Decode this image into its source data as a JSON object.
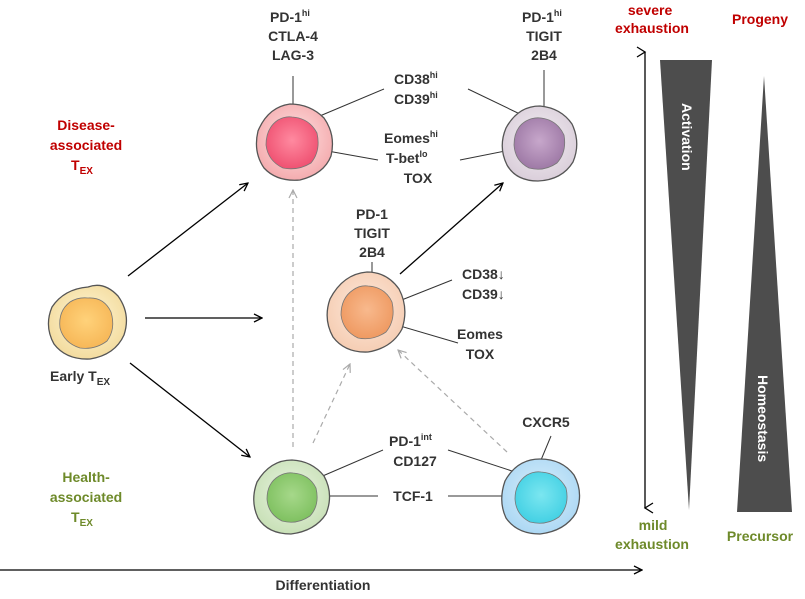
{
  "colors": {
    "disease_red": "#c00000",
    "health_green": "#6e8a2a",
    "text": "#333333",
    "triangle": "#4d4d4d"
  },
  "left_labels": {
    "disease": {
      "line1": "Disease-",
      "line2": "associated",
      "t": "T",
      "ex": "EX"
    },
    "health": {
      "line1": "Health-",
      "line2": "associated",
      "t": "T",
      "ex": "EX"
    }
  },
  "cells": {
    "early": {
      "label": "Early T",
      "sub": "EX",
      "color": "orange"
    },
    "disease_left": {
      "color": "pink"
    },
    "disease_right": {
      "color": "purple"
    },
    "middle": {
      "color": "peach"
    },
    "health_left": {
      "color": "green"
    },
    "health_right": {
      "color": "cyan"
    }
  },
  "markers": {
    "pd1_hi": {
      "main": "PD-1",
      "sup": "hi"
    },
    "ctla4": "CTLA-4",
    "lag3": "LAG-3",
    "pd1_hi_b": {
      "main": "PD-1",
      "sup": "hi"
    },
    "tigit_a": "TIGIT",
    "b2b4_a": "2B4",
    "cd38_hi": {
      "main": "CD38",
      "sup": "hi"
    },
    "cd39_hi": {
      "main": "CD39",
      "sup": "hi"
    },
    "eomes_hi": {
      "main": "Eomes",
      "sup": "hi"
    },
    "tbet_lo": {
      "main": "T-bet",
      "sup": "lo"
    },
    "tox_a": "TOX",
    "pd1_mid": "PD-1",
    "tigit_b": "TIGIT",
    "b2b4_b": "2B4",
    "cd38_down": "CD38↓",
    "cd39_down": "CD39↓",
    "eomes_b": "Eomes",
    "tox_b": "TOX",
    "pd1_int": {
      "main": "PD-1",
      "sup": "int"
    },
    "cd127": "CD127",
    "tcf1": "TCF-1",
    "cxcr5": "CXCR5"
  },
  "right_panel": {
    "top_left": {
      "line1": "severe",
      "line2": "exhaustion"
    },
    "top_right": "Progeny",
    "bottom_left": {
      "line1": "mild",
      "line2": "exhaustion"
    },
    "bottom_right": "Precursor",
    "activation": "Activation",
    "homeostasis": "Homeostasis"
  },
  "x_axis": "Differentiation"
}
